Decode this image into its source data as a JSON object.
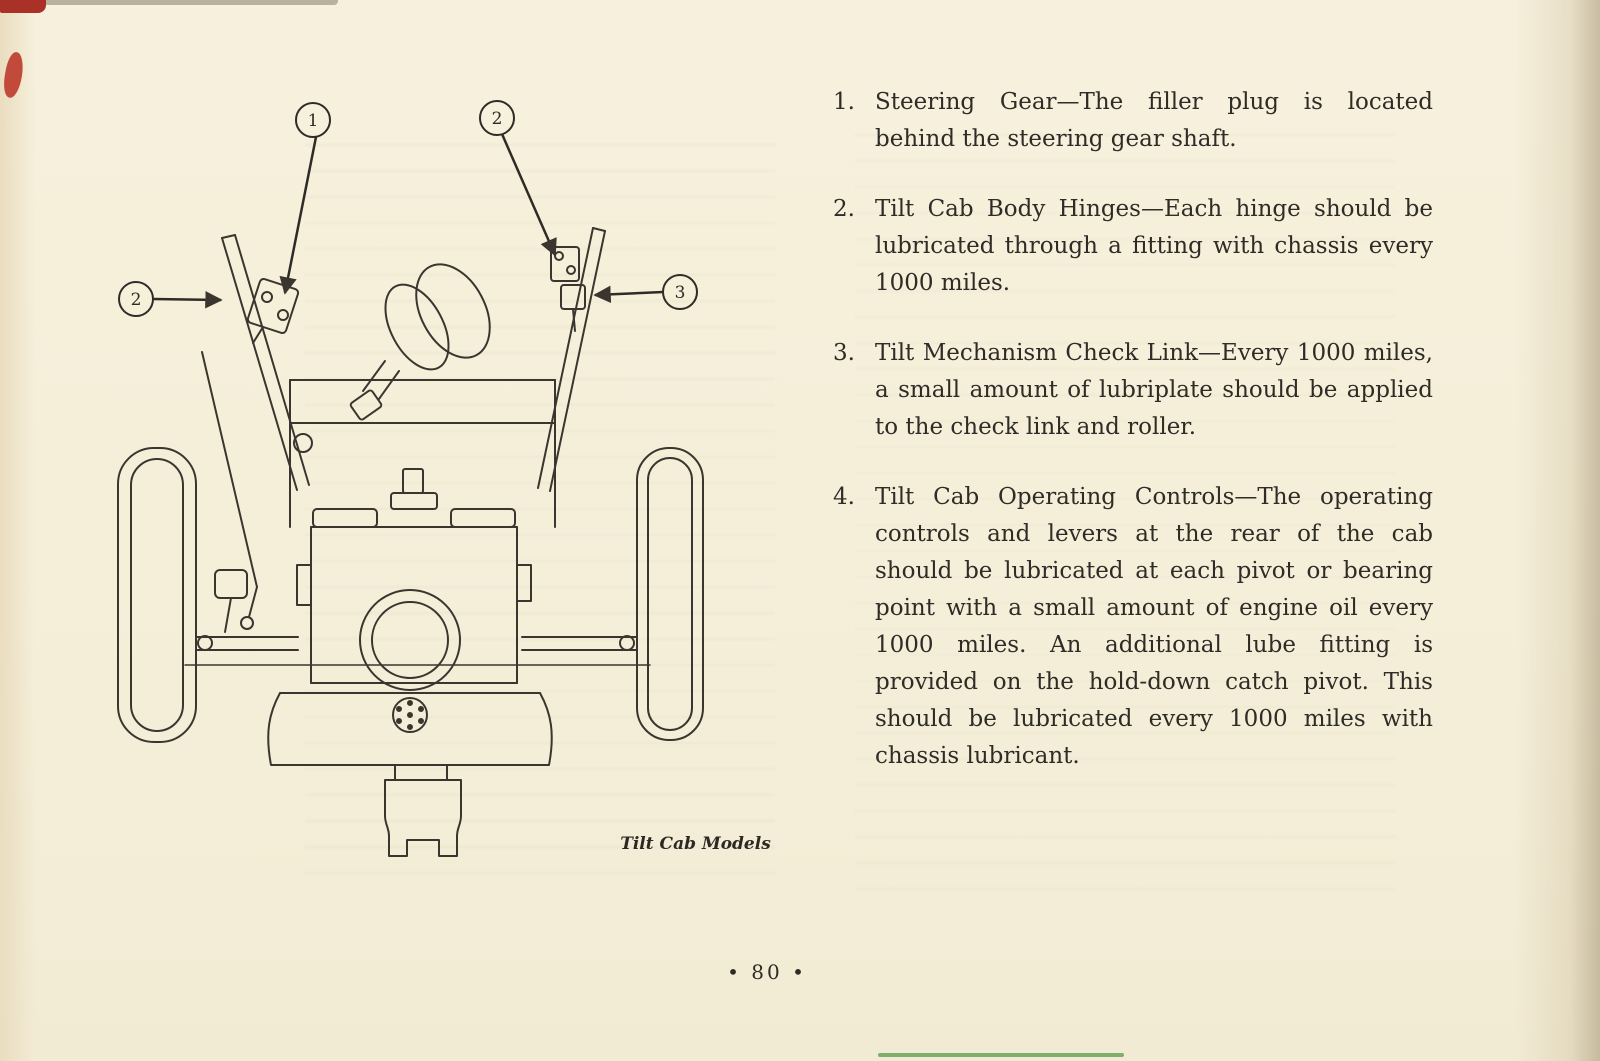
{
  "page": {
    "number": "• 80 •",
    "caption": "Tilt Cab Models"
  },
  "colors": {
    "paper": "#f5efda",
    "ink": "#2f2b26",
    "scan_red": "#b5392e",
    "scan_green": "#7fae6d"
  },
  "callouts": {
    "c1": "1",
    "c2_top": "2",
    "c2_left": "2",
    "c3": "3"
  },
  "instructions": [
    {
      "num": "1.",
      "text": "Steering Gear—The filler plug is located behind the steering gear shaft."
    },
    {
      "num": "2.",
      "text": "Tilt Cab Body Hinges—Each hinge should be lubricated through a fitting with chassis every 1000 miles."
    },
    {
      "num": "3.",
      "text": "Tilt Mechanism Check Link—Every 1000 miles, a small amount of lubriplate should be applied to the check link and roller."
    },
    {
      "num": "4.",
      "text": "Tilt Cab Operating Controls—The operating controls and levers at the rear of the cab should be lubricated at each pivot or bearing point with a small amount of engine oil every 1000 miles. An additional lube fitting is provided on the hold-down catch pivot. This should be lubricated every 1000 miles with chassis lubricant."
    }
  ]
}
